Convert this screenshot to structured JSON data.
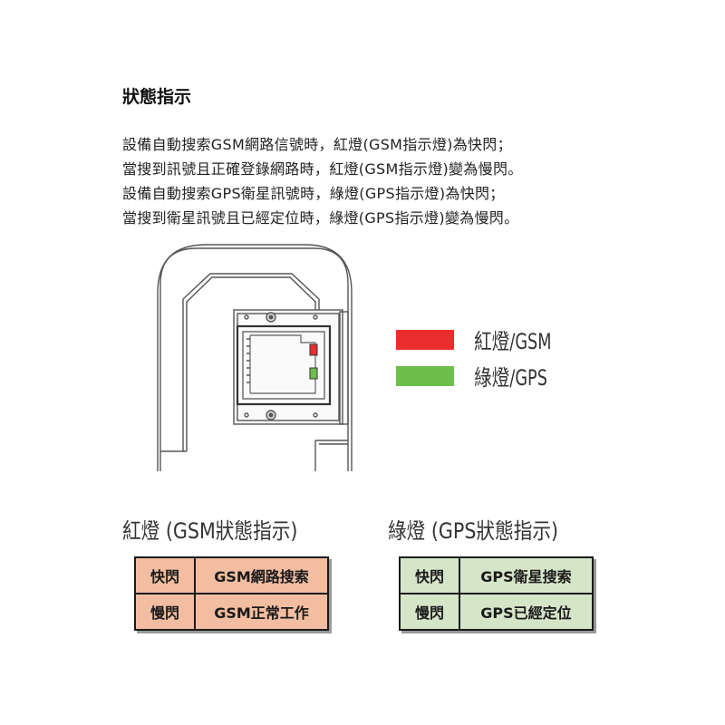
{
  "heading": "狀態指示",
  "description": [
    "設備自動搜索GSM網路信號時，紅燈(GSM指示燈)為快閃；",
    "當搜到訊號且正確登錄網路時，紅燈(GSM指示燈)變為慢閃。",
    "設備自動搜索GPS衛星訊號時，綠燈(GPS指示燈)為快閃；",
    "當搜到衛星訊號且已經定位時，綠燈(GPS指示燈)變為慢閃。"
  ],
  "legend": [
    {
      "label": "紅燈/GSM",
      "color": "#ea2e2e"
    },
    {
      "label": "綠燈/GPS",
      "color": "#6cbf4a"
    }
  ],
  "tables": {
    "gsm": {
      "title": "紅燈 (GSM狀態指示)",
      "rows": [
        [
          "快閃",
          "GSM網路搜索"
        ],
        [
          "慢閃",
          "GSM正常工作"
        ]
      ],
      "color": "#f2bda0"
    },
    "gps": {
      "title": "綠燈 (GPS狀態指示)",
      "rows": [
        [
          "快閃",
          "GPS衛星搜索"
        ],
        [
          "慢閃",
          "GPS已經定位"
        ]
      ],
      "color": "#d5e5c8"
    }
  },
  "device_leds": {
    "top": "#ea2e2e",
    "bottom": "#6cbf4a"
  }
}
